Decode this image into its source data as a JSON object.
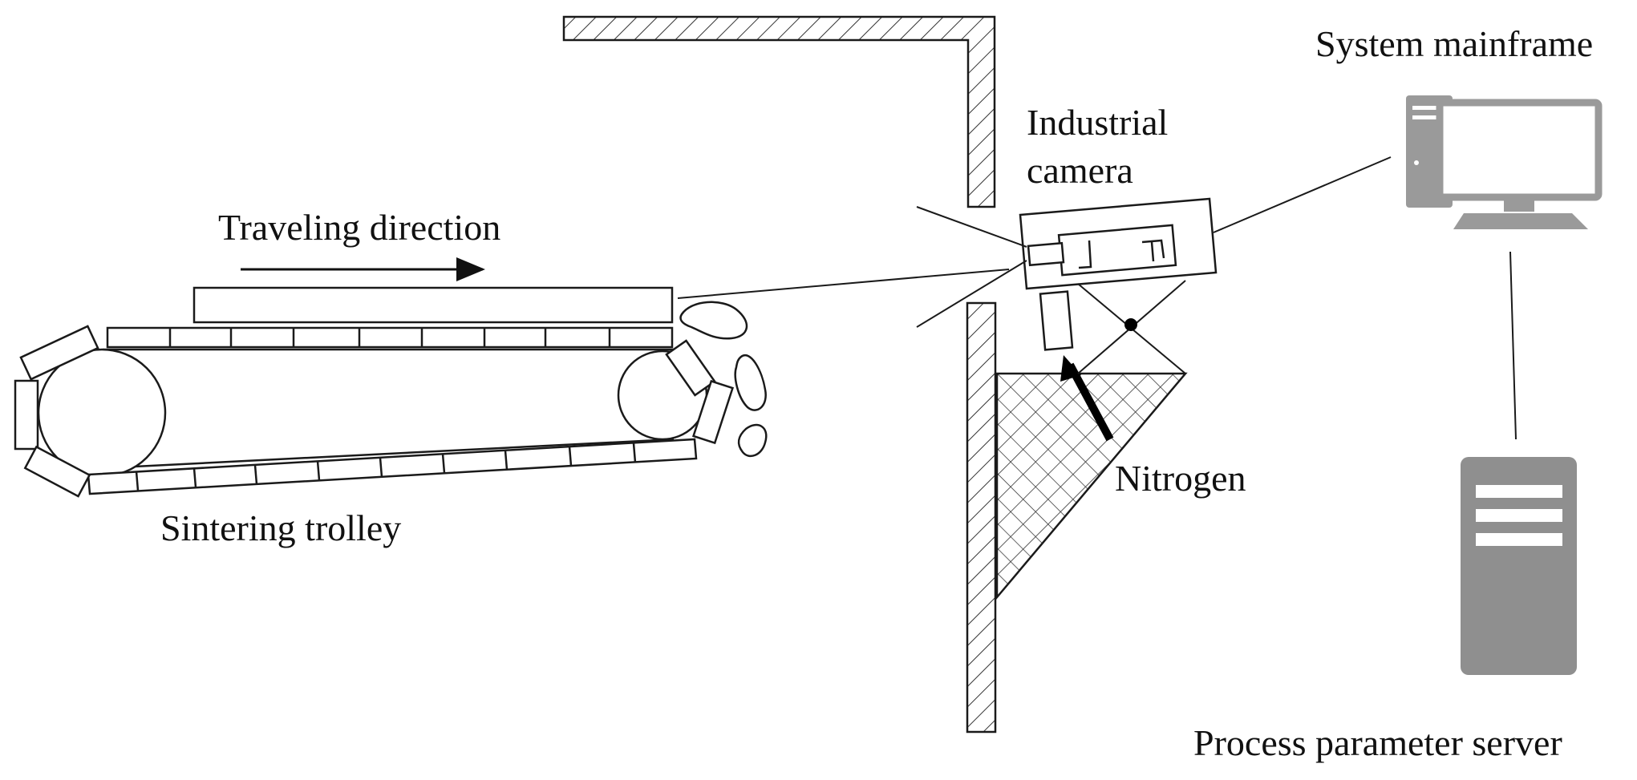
{
  "labels": {
    "traveling_direction": "Traveling direction",
    "sintering_trolley": "Sintering trolley",
    "industrial_camera_line1": "Industrial",
    "industrial_camera_line2": "camera",
    "system_mainframe": "System mainframe",
    "nitrogen": "Nitrogen",
    "process_parameter_server": "Process parameter server"
  },
  "icons": {
    "computer": "desktop-computer-icon",
    "server": "server-tower-icon"
  },
  "colors": {
    "line": "#1a1a1a",
    "hatch": "#333333",
    "computer_gray": "#9a9a9a",
    "server_gray": "#8f8f8f"
  }
}
